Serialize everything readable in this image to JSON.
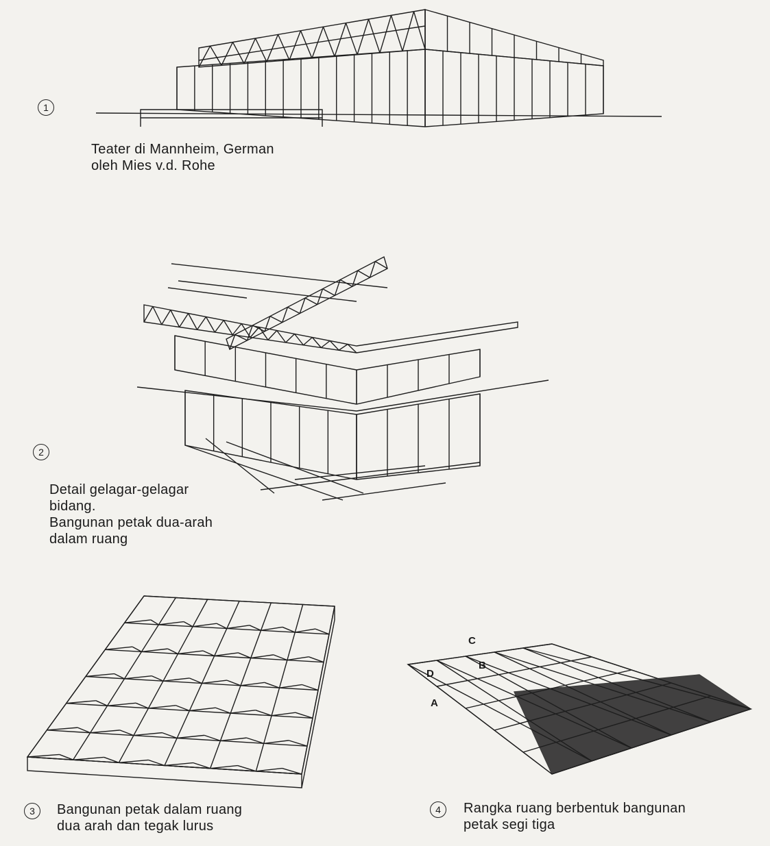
{
  "figures": [
    {
      "number": "1",
      "caption": [
        "Teater di Mannheim, German",
        "oleh Mies v.d. Rohe"
      ]
    },
    {
      "number": "2",
      "caption": [
        "Detail gelagar-gelagar",
        "bidang.",
        "Bangunan petak dua-arah",
        "dalam ruang"
      ]
    },
    {
      "number": "3",
      "caption": [
        "Bangunan petak dalam ruang",
        "dua arah dan tegak lurus"
      ]
    },
    {
      "number": "4",
      "caption": [
        "Rangka ruang berbentuk bangunan",
        "petak segi tiga"
      ],
      "labels": [
        "A",
        "B",
        "C",
        "D"
      ]
    }
  ]
}
